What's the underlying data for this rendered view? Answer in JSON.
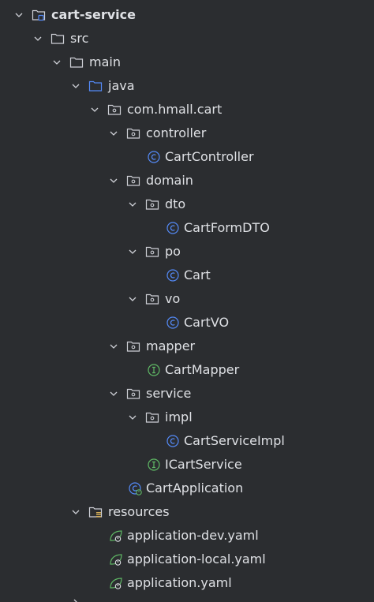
{
  "tree": {
    "items": [
      {
        "label": "cart-service",
        "icon": "module-folder-icon",
        "expanded": true,
        "bold": true
      },
      {
        "label": "src",
        "icon": "folder-icon",
        "expanded": true
      },
      {
        "label": "main",
        "icon": "folder-icon",
        "expanded": true
      },
      {
        "label": "java",
        "icon": "source-root-folder-icon",
        "expanded": true
      },
      {
        "label": "com.hmall.cart",
        "icon": "package-icon",
        "expanded": true
      },
      {
        "label": "controller",
        "icon": "package-icon",
        "expanded": true
      },
      {
        "label": "CartController",
        "icon": "class-icon"
      },
      {
        "label": "domain",
        "icon": "package-icon",
        "expanded": true
      },
      {
        "label": "dto",
        "icon": "package-icon",
        "expanded": true
      },
      {
        "label": "CartFormDTO",
        "icon": "class-icon"
      },
      {
        "label": "po",
        "icon": "package-icon",
        "expanded": true
      },
      {
        "label": "Cart",
        "icon": "class-icon"
      },
      {
        "label": "vo",
        "icon": "package-icon",
        "expanded": true
      },
      {
        "label": "CartVO",
        "icon": "class-icon"
      },
      {
        "label": "mapper",
        "icon": "package-icon",
        "expanded": true
      },
      {
        "label": "CartMapper",
        "icon": "interface-icon"
      },
      {
        "label": "service",
        "icon": "package-icon",
        "expanded": true
      },
      {
        "label": "impl",
        "icon": "package-icon",
        "expanded": true
      },
      {
        "label": "CartServiceImpl",
        "icon": "class-icon"
      },
      {
        "label": "ICartService",
        "icon": "interface-icon"
      },
      {
        "label": "CartApplication",
        "icon": "spring-boot-class-icon"
      },
      {
        "label": "resources",
        "icon": "resources-folder-icon",
        "expanded": true
      },
      {
        "label": "application-dev.yaml",
        "icon": "spring-yaml-icon"
      },
      {
        "label": "application-local.yaml",
        "icon": "spring-yaml-icon"
      },
      {
        "label": "application.yaml",
        "icon": "spring-yaml-icon"
      }
    ]
  },
  "colors": {
    "background": "#2b2d30",
    "text": "#dfe1e5",
    "chevron": "#ced0d6",
    "folder": "#ced0d6",
    "source_root": "#548af7",
    "class": "#548af7",
    "interface": "#5fb865",
    "spring": "#5fb865",
    "resources_marker": "#d6ae58"
  }
}
